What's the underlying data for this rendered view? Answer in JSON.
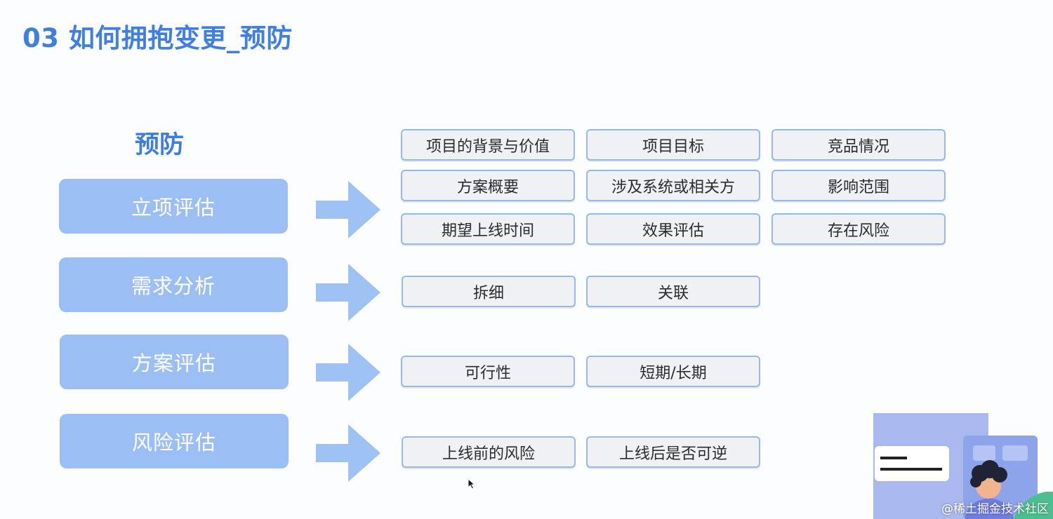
{
  "slide": {
    "title": "03 如何拥抱变更_预防",
    "section_heading": "预防"
  },
  "stages": [
    {
      "label": "立项评估",
      "items": [
        "项目的背景与价值",
        "项目目标",
        "竞品情况",
        "方案概要",
        "涉及系统或相关方",
        "影响范围",
        "期望上线时间",
        "效果评估",
        "存在风险"
      ]
    },
    {
      "label": "需求分析",
      "items": [
        "拆细",
        "关联"
      ]
    },
    {
      "label": "方案评估",
      "items": [
        "可行性",
        "短期/长期"
      ]
    },
    {
      "label": "风险评估",
      "items": [
        "上线前的风险",
        "上线后是否可逆"
      ]
    }
  ],
  "footer": {
    "credit": "@稀土掘金技术社区"
  },
  "colors": {
    "title": "#3f7fe3",
    "stage_fill": "#9bbff5",
    "arrow": "#9fc2f5",
    "item_border": "#98b8ea",
    "item_fill": "#eff1f5"
  }
}
